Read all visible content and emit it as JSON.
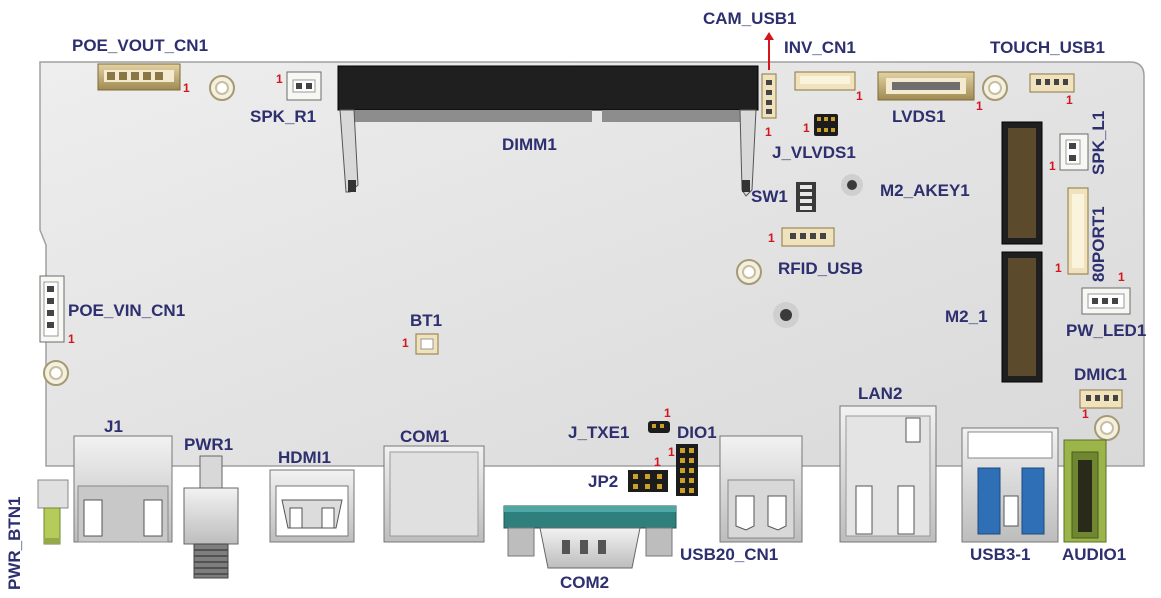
{
  "colors": {
    "board": "#e4e4e4",
    "board_edge": "#9a9a9a",
    "label": "#2d2f6e",
    "pin1": "#d4161c",
    "connector_white": "#f4f1ea",
    "connector_cream": "#efe2bd",
    "connector_dark": "#2a2a2a",
    "com_teal": "#2f7f7c",
    "audio_green": "#9bb54a",
    "pwr_btn_green": "#b5cc5b"
  },
  "labels": {
    "poe_vout_cn1": "POE_VOUT_CN1",
    "spk_r1": "SPK_R1",
    "dimm1": "DIMM1",
    "cam_usb1": "CAM_USB1",
    "inv_cn1": "INV_CN1",
    "touch_usb1": "TOUCH_USB1",
    "lvds1": "LVDS1",
    "j_vlvds1": "J_VLVDS1",
    "spk_l1": "SPK_L1",
    "sw1": "SW1",
    "m2_akey1": "M2_AKEY1",
    "port80": "80PORT1",
    "rfid_usb": "RFID_USB",
    "poe_vin_cn1": "POE_VIN_CN1",
    "bt1": "BT1",
    "m2_1": "M2_1",
    "pw_led1": "PW_LED1",
    "dmic1": "DMIC1",
    "lan2": "LAN2",
    "j1": "J1",
    "pwr1": "PWR1",
    "hdmi1": "HDMI1",
    "com1": "COM1",
    "j_txe1": "J_TXE1",
    "dio1": "DIO1",
    "jp2": "JP2",
    "pwr_btn1": "PWR_BTN1",
    "com2": "COM2",
    "usb20_cn1": "USB20_CN1",
    "usb3_1": "USB3-1",
    "audio1": "AUDIO1"
  },
  "pin1_mark": "1"
}
